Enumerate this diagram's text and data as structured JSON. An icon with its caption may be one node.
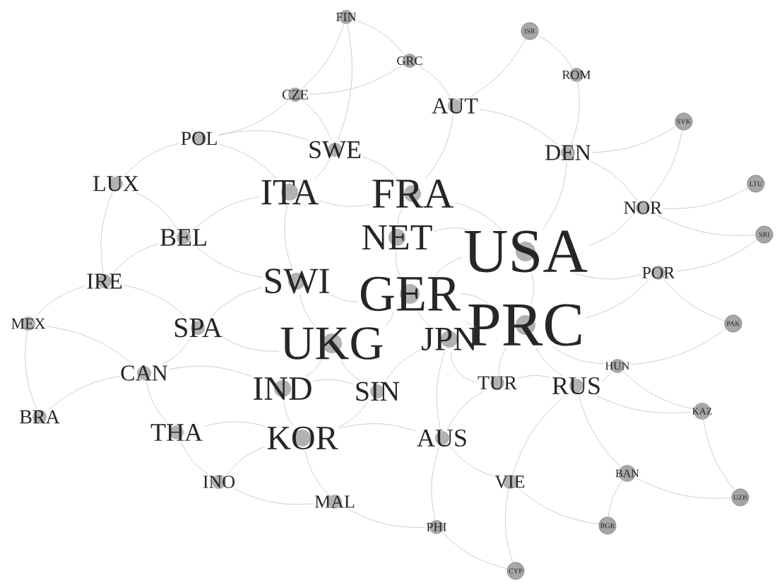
{
  "diagram": {
    "nodes": [
      {
        "text": [
          "FIN"
        ]
      },
      {
        "text": [
          "GRC"
        ]
      },
      {
        "text": [
          "CZE"
        ]
      },
      {
        "text": [
          "AUT"
        ]
      },
      {
        "text": [
          "ISR"
        ]
      },
      {
        "text": [
          "ROM"
        ]
      },
      {
        "text": [
          "SVK"
        ]
      },
      {
        "text": [
          "DEN"
        ]
      },
      {
        "text": [
          "LTU"
        ]
      },
      {
        "text": [
          "SWE"
        ]
      },
      {
        "text": [
          "POL"
        ]
      },
      {
        "text": [
          "LUX"
        ]
      },
      {
        "text": [
          "ITA"
        ]
      },
      {
        "text": [
          "FRA"
        ]
      },
      {
        "text": [
          "NET"
        ]
      },
      {
        "text": [
          "USA"
        ]
      },
      {
        "text": [
          "NOR"
        ]
      },
      {
        "text": [
          "SRI"
        ]
      },
      {
        "text": [
          "BEL"
        ]
      },
      {
        "text": [
          "IRE"
        ]
      },
      {
        "text": [
          "POR"
        ]
      },
      {
        "text": [
          "SWI"
        ]
      },
      {
        "text": [
          "GER"
        ]
      },
      {
        "text": [
          "PRC"
        ]
      },
      {
        "text": [
          "JPN"
        ]
      },
      {
        "text": [
          "SPA"
        ]
      },
      {
        "text": [
          "MEX"
        ]
      },
      {
        "text": [
          "UKG"
        ]
      },
      {
        "text": [
          "PAK"
        ]
      },
      {
        "text": [
          "HUN"
        ]
      },
      {
        "text": [
          "CAN"
        ]
      },
      {
        "text": [
          "IND"
        ]
      },
      {
        "text": [
          "SIN"
        ]
      },
      {
        "text": [
          "TUR"
        ]
      },
      {
        "text": [
          "KAZ"
        ]
      },
      {
        "text": [
          "RUS"
        ]
      },
      {
        "text": [
          "BRA"
        ]
      },
      {
        "text": [
          "THA"
        ]
      },
      {
        "text": [
          "KOR"
        ]
      },
      {
        "text": [
          "AUS"
        ]
      },
      {
        "text": [
          "BAN"
        ]
      },
      {
        "text": [
          "INO"
        ]
      },
      {
        "text": [
          "VIE"
        ]
      },
      {
        "text": [
          "MAL"
        ]
      },
      {
        "text": [
          "UZB"
        ]
      },
      {
        "text": [
          "PHI"
        ]
      },
      {
        "text": [
          "BGR"
        ]
      },
      {
        "text": [
          "CYP"
        ]
      }
    ],
    "edges": [
      {
        "from": 15,
        "to": 23,
        "arrow": "none"
      },
      {
        "from": 22,
        "to": 23,
        "arrow": "none"
      },
      {
        "from": 22,
        "to": 15,
        "arrow": "none"
      },
      {
        "from": 22,
        "to": 14,
        "arrow": "none"
      },
      {
        "from": 14,
        "to": 13,
        "arrow": "none"
      },
      {
        "from": 13,
        "to": 12,
        "arrow": "none"
      },
      {
        "from": 22,
        "to": 21,
        "arrow": "none"
      },
      {
        "from": 22,
        "to": 27,
        "arrow": "none"
      },
      {
        "from": 27,
        "to": 21,
        "arrow": "none"
      },
      {
        "from": 24,
        "to": 23,
        "arrow": "none"
      },
      {
        "from": 24,
        "to": 22,
        "arrow": "none"
      },
      {
        "from": 27,
        "to": 31,
        "arrow": "none"
      },
      {
        "from": 27,
        "to": 25,
        "arrow": "none"
      },
      {
        "from": 21,
        "to": 12,
        "arrow": "none"
      },
      {
        "from": 21,
        "to": 18,
        "arrow": "none"
      },
      {
        "from": 14,
        "to": 15,
        "arrow": "none"
      },
      {
        "from": 13,
        "to": 15,
        "arrow": "none"
      },
      {
        "from": 38,
        "to": 31,
        "arrow": "none"
      },
      {
        "from": 32,
        "to": 24,
        "arrow": "none"
      },
      {
        "from": 32,
        "to": 27,
        "arrow": "none"
      },
      {
        "from": 39,
        "to": 24,
        "arrow": "none"
      },
      {
        "from": 33,
        "to": 23,
        "arrow": "none"
      },
      {
        "from": 35,
        "to": 23,
        "arrow": "none"
      },
      {
        "from": 33,
        "to": 24,
        "arrow": "none"
      },
      {
        "from": 0,
        "to": 1,
        "arrow": "none"
      },
      {
        "from": 0,
        "to": 2,
        "arrow": "none"
      },
      {
        "from": 0,
        "to": 9,
        "arrow": "none"
      },
      {
        "from": 1,
        "to": 3,
        "arrow": "none"
      },
      {
        "from": 1,
        "to": 2,
        "arrow": "none"
      },
      {
        "from": 2,
        "to": 9,
        "arrow": "none"
      },
      {
        "from": 2,
        "to": 10,
        "arrow": "none"
      },
      {
        "from": 3,
        "to": 13,
        "arrow": "none"
      },
      {
        "from": 3,
        "to": 7,
        "arrow": "none"
      },
      {
        "from": 4,
        "to": 5,
        "arrow": "none"
      },
      {
        "from": 4,
        "to": 3,
        "arrow": "none"
      },
      {
        "from": 5,
        "to": 7,
        "arrow": "none"
      },
      {
        "from": 6,
        "to": 7,
        "arrow": "none"
      },
      {
        "from": 6,
        "to": 16,
        "arrow": "none"
      },
      {
        "from": 7,
        "to": 15,
        "arrow": "none"
      },
      {
        "from": 7,
        "to": 16,
        "arrow": "none"
      },
      {
        "from": 8,
        "to": 16,
        "arrow": "none"
      },
      {
        "from": 17,
        "to": 20,
        "arrow": "none"
      },
      {
        "from": 17,
        "to": 16,
        "arrow": "none"
      },
      {
        "from": 16,
        "to": 15,
        "arrow": "none"
      },
      {
        "from": 20,
        "to": 15,
        "arrow": "none"
      },
      {
        "from": 20,
        "to": 23,
        "arrow": "none"
      },
      {
        "from": 28,
        "to": 20,
        "arrow": "none"
      },
      {
        "from": 28,
        "to": 29,
        "arrow": "none"
      },
      {
        "from": 29,
        "to": 23,
        "arrow": "none"
      },
      {
        "from": 29,
        "to": 35,
        "arrow": "none"
      },
      {
        "from": 34,
        "to": 35,
        "arrow": "none"
      },
      {
        "from": 34,
        "to": 29,
        "arrow": "none"
      },
      {
        "from": 44,
        "to": 34,
        "arrow": "none"
      },
      {
        "from": 44,
        "to": 40,
        "arrow": "none"
      },
      {
        "from": 40,
        "to": 35,
        "arrow": "none"
      },
      {
        "from": 46,
        "to": 40,
        "arrow": "none"
      },
      {
        "from": 46,
        "to": 42,
        "arrow": "none"
      },
      {
        "from": 47,
        "to": 42,
        "arrow": "none"
      },
      {
        "from": 47,
        "to": 45,
        "arrow": "none"
      },
      {
        "from": 45,
        "to": 39,
        "arrow": "none"
      },
      {
        "from": 45,
        "to": 43,
        "arrow": "none"
      },
      {
        "from": 42,
        "to": 39,
        "arrow": "none"
      },
      {
        "from": 42,
        "to": 35,
        "arrow": "none"
      },
      {
        "from": 43,
        "to": 38,
        "arrow": "none"
      },
      {
        "from": 43,
        "to": 41,
        "arrow": "none"
      },
      {
        "from": 41,
        "to": 37,
        "arrow": "none"
      },
      {
        "from": 41,
        "to": 38,
        "arrow": "none"
      },
      {
        "from": 37,
        "to": 30,
        "arrow": "none"
      },
      {
        "from": 37,
        "to": 38,
        "arrow": "none"
      },
      {
        "from": 36,
        "to": 26,
        "arrow": "none"
      },
      {
        "from": 36,
        "to": 30,
        "arrow": "none"
      },
      {
        "from": 26,
        "to": 19,
        "arrow": "none"
      },
      {
        "from": 26,
        "to": 30,
        "arrow": "none"
      },
      {
        "from": 19,
        "to": 11,
        "arrow": "none"
      },
      {
        "from": 19,
        "to": 18,
        "arrow": "none"
      },
      {
        "from": 19,
        "to": 25,
        "arrow": "none"
      },
      {
        "from": 11,
        "to": 10,
        "arrow": "none"
      },
      {
        "from": 11,
        "to": 18,
        "arrow": "none"
      },
      {
        "from": 10,
        "to": 9,
        "arrow": "none"
      },
      {
        "from": 10,
        "to": 12,
        "arrow": "none"
      },
      {
        "from": 9,
        "to": 12,
        "arrow": "none"
      },
      {
        "from": 9,
        "to": 13,
        "arrow": "none"
      },
      {
        "from": 18,
        "to": 12,
        "arrow": "none"
      },
      {
        "from": 25,
        "to": 30,
        "arrow": "none"
      },
      {
        "from": 25,
        "to": 21,
        "arrow": "none"
      },
      {
        "from": 30,
        "to": 31,
        "arrow": "none"
      },
      {
        "from": 31,
        "to": 32,
        "arrow": "none"
      },
      {
        "from": 32,
        "to": 38,
        "arrow": "none"
      },
      {
        "from": 38,
        "to": 39,
        "arrow": "none"
      },
      {
        "from": 39,
        "to": 33,
        "arrow": "none"
      },
      {
        "from": 33,
        "to": 35,
        "arrow": "none"
      }
    ]
  }
}
